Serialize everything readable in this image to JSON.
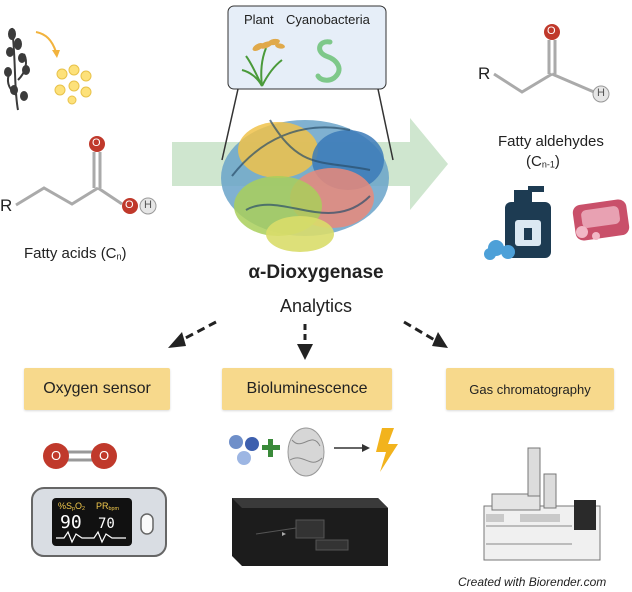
{
  "source_panel": {
    "plant": "Plant",
    "cyanobacteria": "Cyanobacteria"
  },
  "substrate": {
    "label_prefix": "Fatty acids (C",
    "label_sub": "n",
    "label_suffix": ")",
    "r_group": "R",
    "atom_o": "O",
    "atom_h": "H"
  },
  "product": {
    "label_line1": "Fatty aldehydes",
    "label_prefix": "(C",
    "label_sub": "n-1",
    "label_suffix": ")",
    "r_group": "R",
    "atom_o": "O",
    "atom_h": "H"
  },
  "enzyme": {
    "name": "α-Dioxygenase",
    "subtitle": "Analytics"
  },
  "methods": [
    {
      "label": "Oxygen sensor"
    },
    {
      "label": "Bioluminescence"
    },
    {
      "label": "Gas chromatography"
    }
  ],
  "oxygen": {
    "atom1": "O",
    "atom2": "O"
  },
  "oximeter": {
    "spo2_prefix": "%S",
    "spo2_sub1": "p",
    "spo2_mid": "O",
    "spo2_sub2": "2",
    "pr_prefix": "PR",
    "pr_sub": "bpm",
    "spo2_value": "90",
    "pr_value": "70"
  },
  "credit": "Created with Biorender.com",
  "colors": {
    "method_box": "#f7d98c",
    "big_arrow": "#cfe6cf",
    "panel_bg": "#e6eef8",
    "oxygen_red": "#c0392b"
  }
}
